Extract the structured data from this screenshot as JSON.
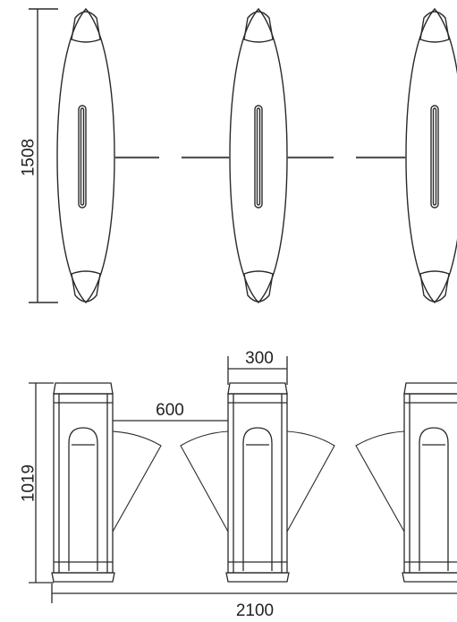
{
  "dimensions": {
    "top_height": "1508",
    "bottom_height": "1019",
    "cabinet_width": "300",
    "passage_width": "600",
    "total_width": "2100"
  },
  "colors": {
    "line": "#2a2a2a",
    "arm": "#555555",
    "background": "#ffffff"
  }
}
